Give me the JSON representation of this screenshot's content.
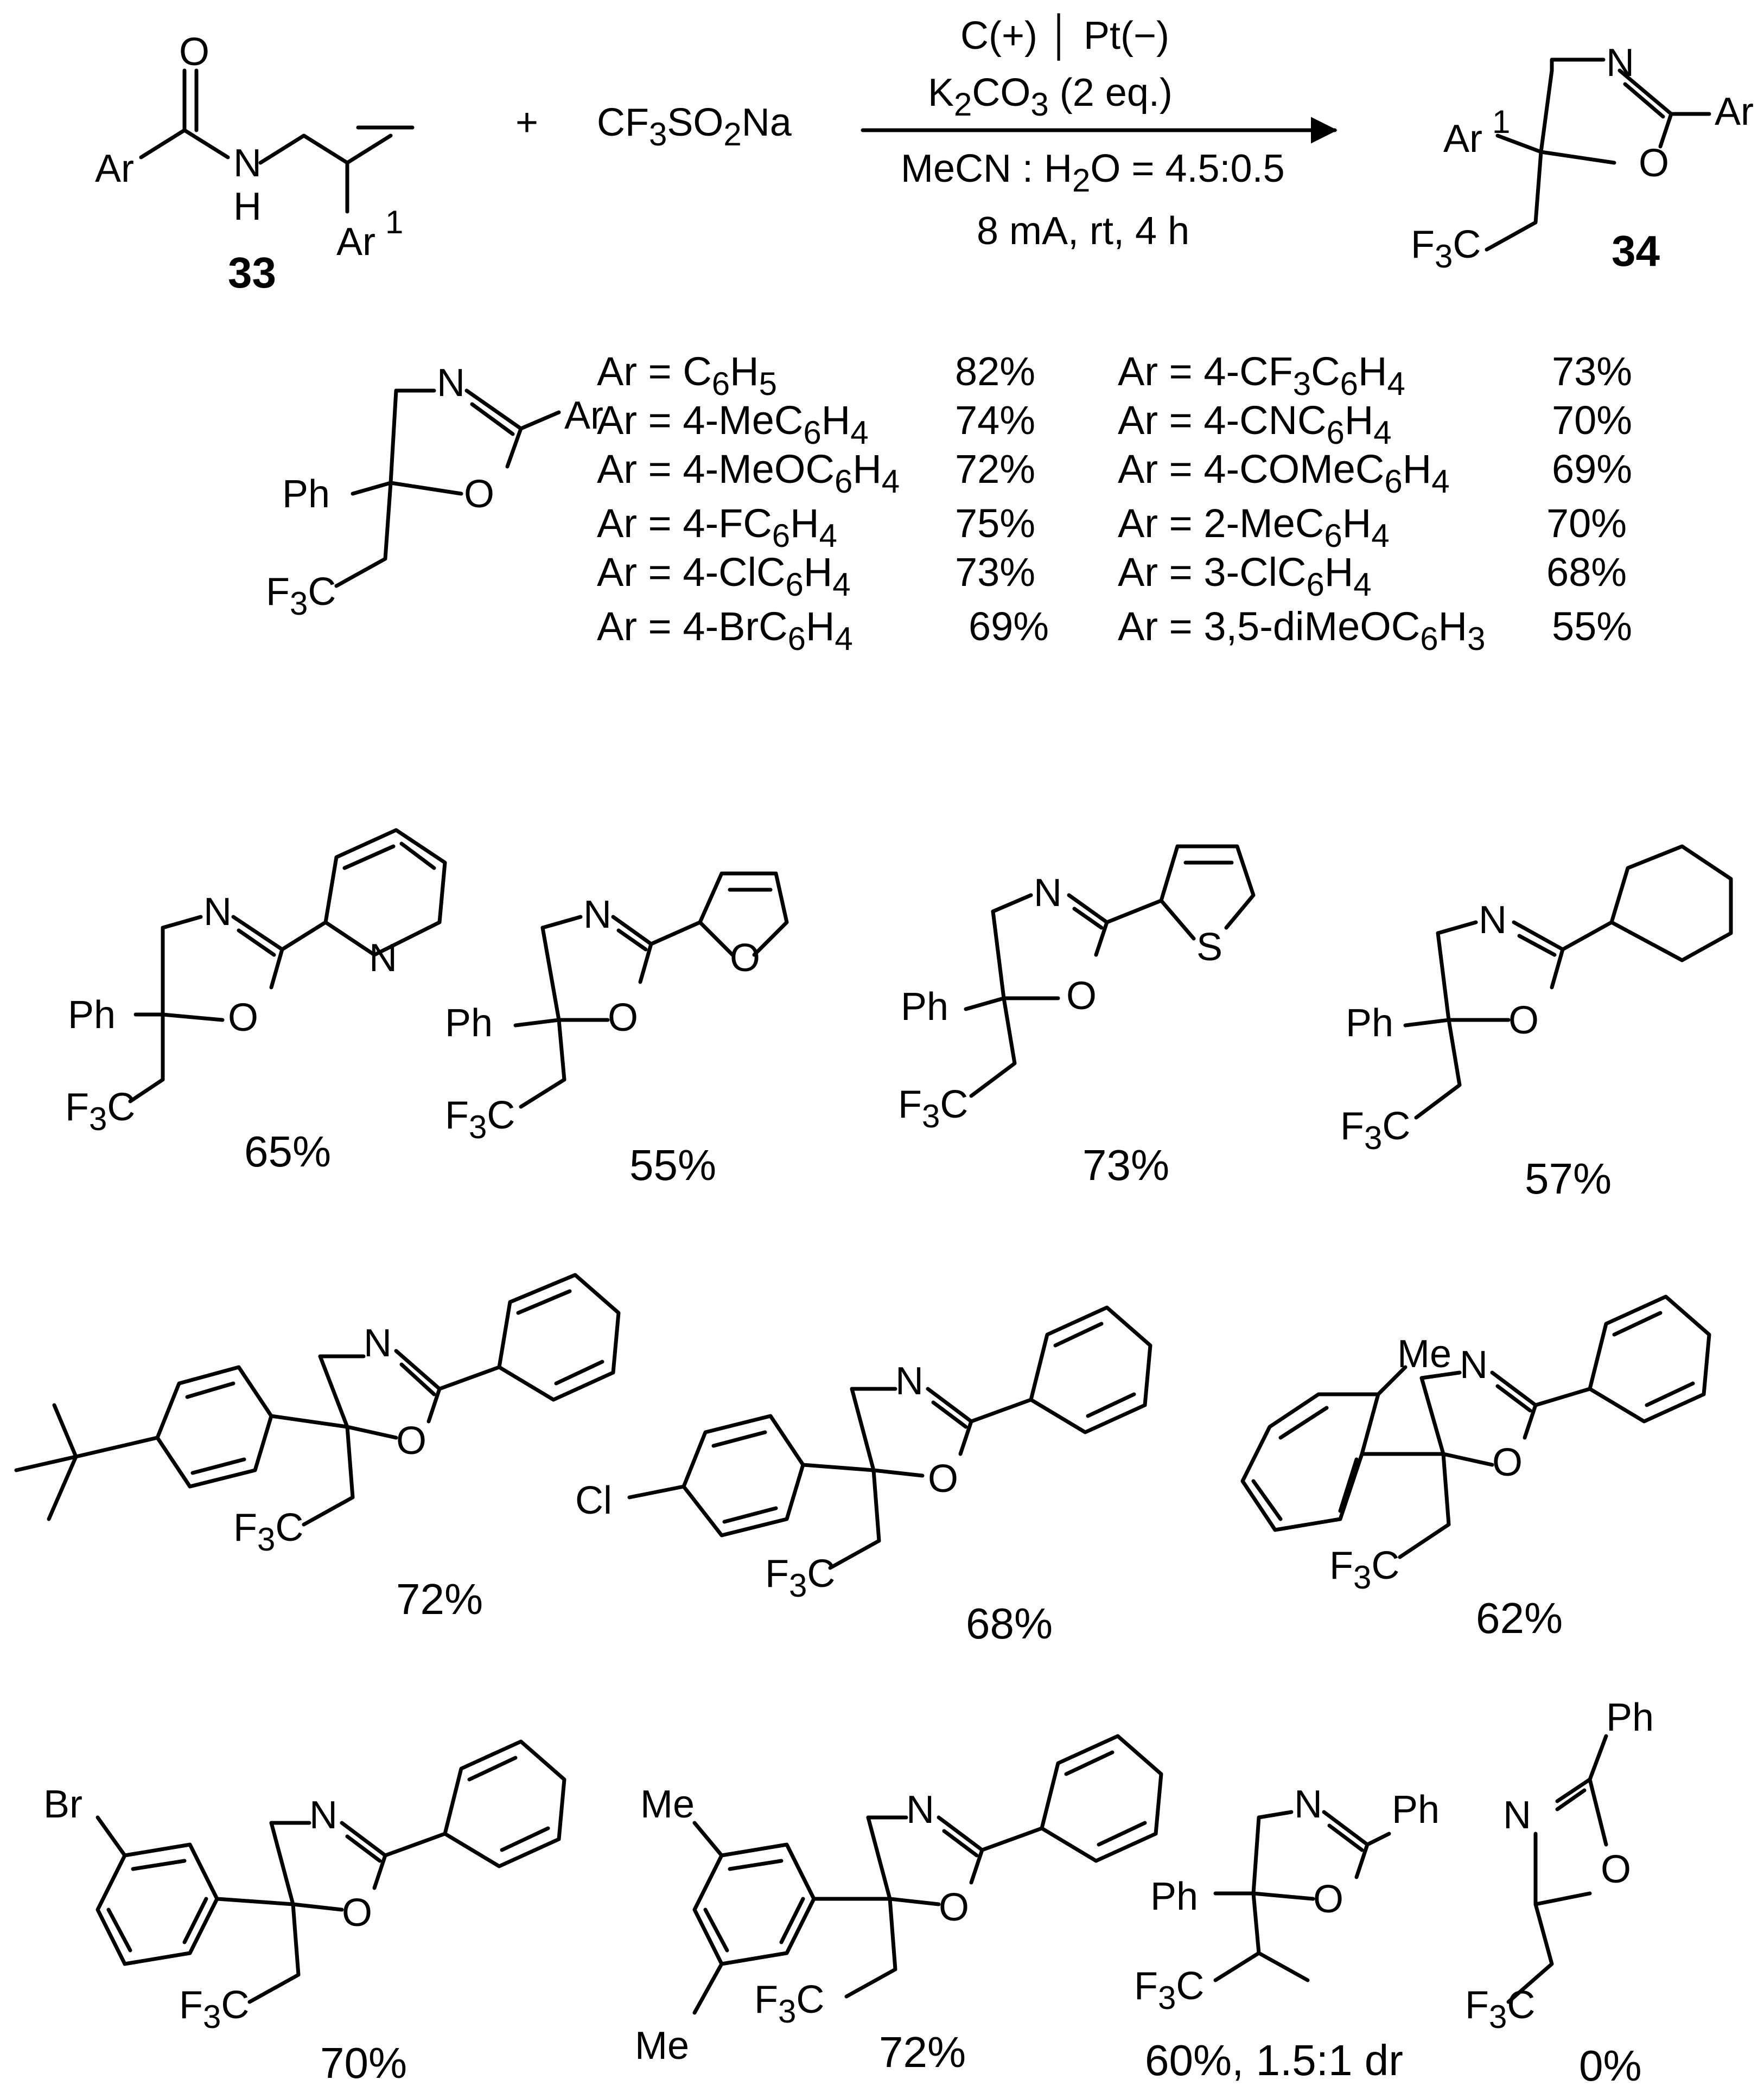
{
  "scheme": {
    "reactant_label": "33",
    "product_label": "34",
    "plus_sign": "+",
    "reagent": "CF3SO2Na",
    "conditions": {
      "electrodes": "C(+) | Pt(−)",
      "base": "K2CO3 (2 eq.)",
      "solvent": "MeCN : H2O = 4.5:0.5",
      "params": "8 mA, rt, 4 h"
    }
  },
  "table": {
    "left_col": [
      {
        "ar": "Ar = C6H5",
        "yield": "82%"
      },
      {
        "ar": "Ar = 4-MeC6H4",
        "yield": "74%"
      },
      {
        "ar": "Ar = 4-MeOC6H4",
        "yield": "72%"
      },
      {
        "ar": "Ar = 4-FC6H4",
        "yield": "75%"
      },
      {
        "ar": "Ar = 4-ClC6H4",
        "yield": "73%"
      },
      {
        "ar": "Ar = 4-BrC6H4",
        "yield": "69%"
      }
    ],
    "right_col": [
      {
        "ar": "Ar = 4-CF3C6H4",
        "yield": "73%"
      },
      {
        "ar": "Ar = 4-CNC6H4",
        "yield": "70%"
      },
      {
        "ar": "Ar = 4-COMeC6H4",
        "yield": "69%"
      },
      {
        "ar": "Ar = 2-MeC6H4",
        "yield": "70%"
      },
      {
        "ar": "Ar = 3-ClC6H4",
        "yield": "68%"
      },
      {
        "ar": "Ar = 3,5-diMeOC6H3",
        "yield": "55%"
      }
    ]
  },
  "yields": {
    "pyridyl": "65%",
    "furyl": "55%",
    "thienyl": "73%",
    "cyclohexyl": "57%",
    "tbu_aryl": "72%",
    "cl_aryl": "68%",
    "me_aryl": "62%",
    "br_aryl": "70%",
    "dime_aryl": "72%",
    "isopropyl": "60%, 1.5:1 dr",
    "unsub": "0%"
  }
}
